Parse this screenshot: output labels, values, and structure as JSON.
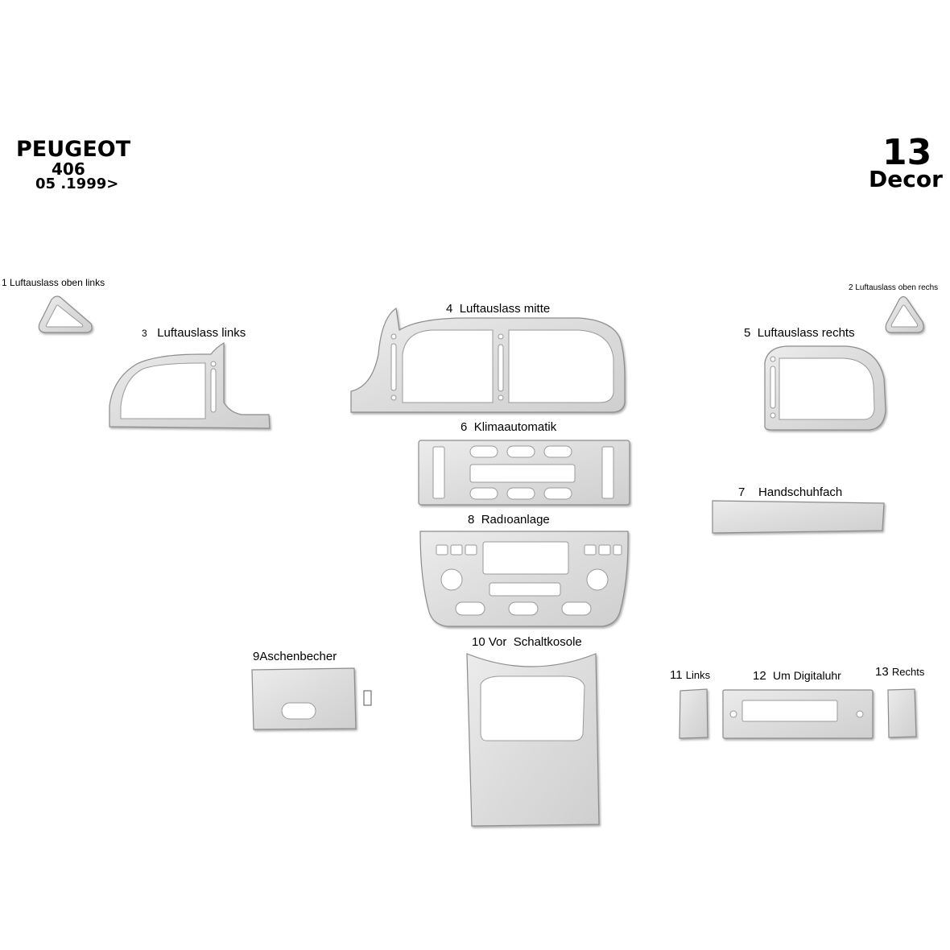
{
  "header": {
    "make": "PEUGEOT",
    "model": "406",
    "date": "05 .1999>",
    "count": "13",
    "count_label": "Decor"
  },
  "parts": [
    {
      "num": "1",
      "name": "Luftauslass oben links"
    },
    {
      "num": "2",
      "name": "Luftauslass oben rechs"
    },
    {
      "num": "3",
      "name": "Luftauslass links"
    },
    {
      "num": "4",
      "name": "Luftauslass mitte"
    },
    {
      "num": "5",
      "name": "Luftauslass rechts"
    },
    {
      "num": "6",
      "name": "Klimaautomatik"
    },
    {
      "num": "7",
      "name": "Handschuhfach"
    },
    {
      "num": "8",
      "name": "Radıoanlage"
    },
    {
      "num": "9",
      "name": "Aschenbecher"
    },
    {
      "num": "10 Vor",
      "name": "Schaltkosole"
    },
    {
      "num": "11",
      "name": "Links"
    },
    {
      "num": "12",
      "name": "Um Digitaluhr"
    },
    {
      "num": "13",
      "name": "Rechts"
    }
  ],
  "colors": {
    "part_fill": "#dedede",
    "part_edge": "#8c8c8c",
    "text": "#000000"
  }
}
